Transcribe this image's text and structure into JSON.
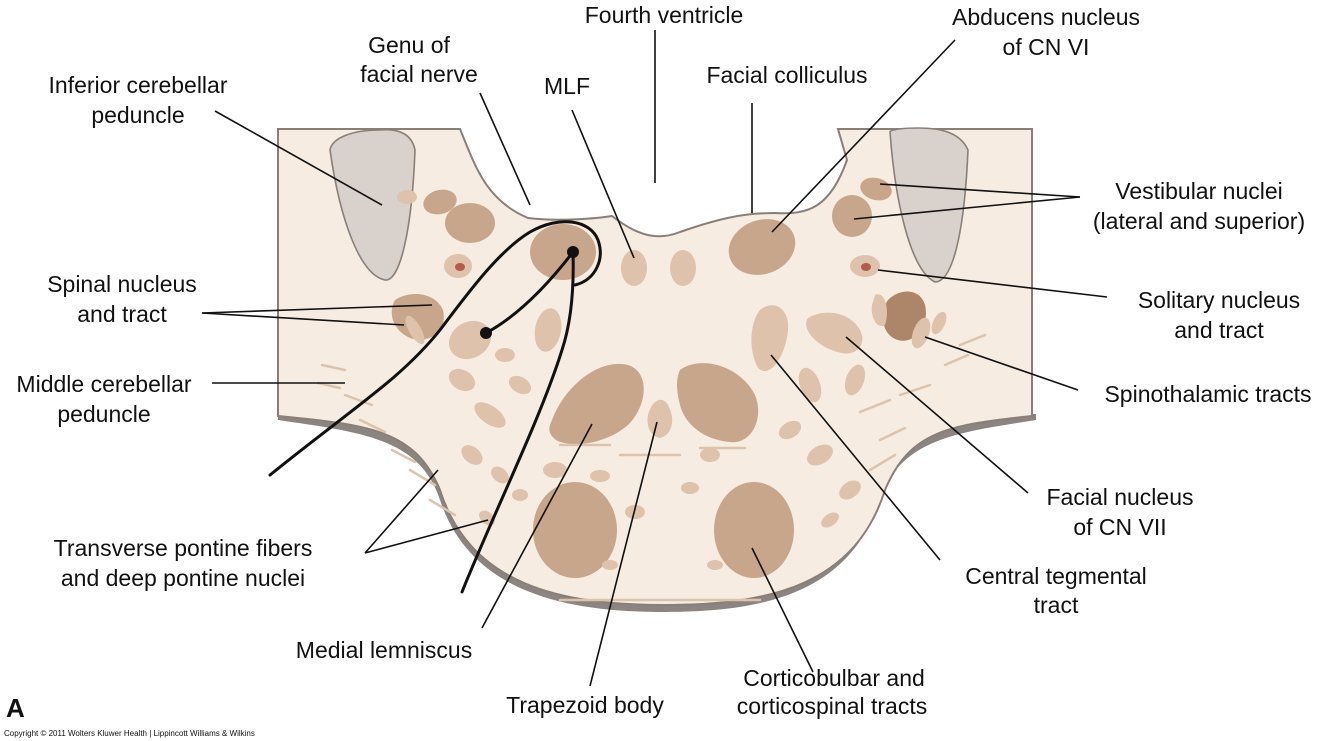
{
  "figure": {
    "panel_letter": "A",
    "copyright": "Copyright © 2011 Wolters Kluwer Health | Lippincott Williams & Wilkins"
  },
  "colors": {
    "tissue": "#f6ece1",
    "outline": "#8a7f77",
    "pale_nucleus": "#dec2ac",
    "mid_nucleus": "#c7a68b",
    "dark_nucleus": "#ad8568",
    "peduncle": "#d8d1cc",
    "solitary_core": "#b45c4b"
  },
  "labels": {
    "fourth_ventricle": "Fourth ventricle",
    "abducens_1": "Abducens nucleus",
    "abducens_2": "of CN VI",
    "genu_1": "Genu of",
    "genu_2": "facial nerve",
    "inferior_cp_1": "Inferior cerebellar",
    "inferior_cp_2": "peduncle",
    "mlf": "MLF",
    "facial_colliculus": "Facial colliculus",
    "vestibular_1": "Vestibular nuclei",
    "vestibular_2": "(lateral and superior)",
    "spinal_1": "Spinal nucleus",
    "spinal_2": "and tract",
    "solitary_1": "Solitary nucleus",
    "solitary_2": "and tract",
    "middle_cp_1": "Middle cerebellar",
    "middle_cp_2": "peduncle",
    "spinothalamic": "Spinothalamic tracts",
    "facial_nucleus_1": "Facial nucleus",
    "facial_nucleus_2": "of CN VII",
    "transverse_1": "Transverse pontine fibers",
    "transverse_2": "and deep pontine nuclei",
    "central_tegmental_1": "Central tegmental",
    "central_tegmental_2": "tract",
    "medial_lemniscus": "Medial lemniscus",
    "corticobulbar_1": "Corticobulbar and",
    "corticobulbar_2": "corticospinal tracts",
    "trapezoid": "Trapezoid body"
  }
}
